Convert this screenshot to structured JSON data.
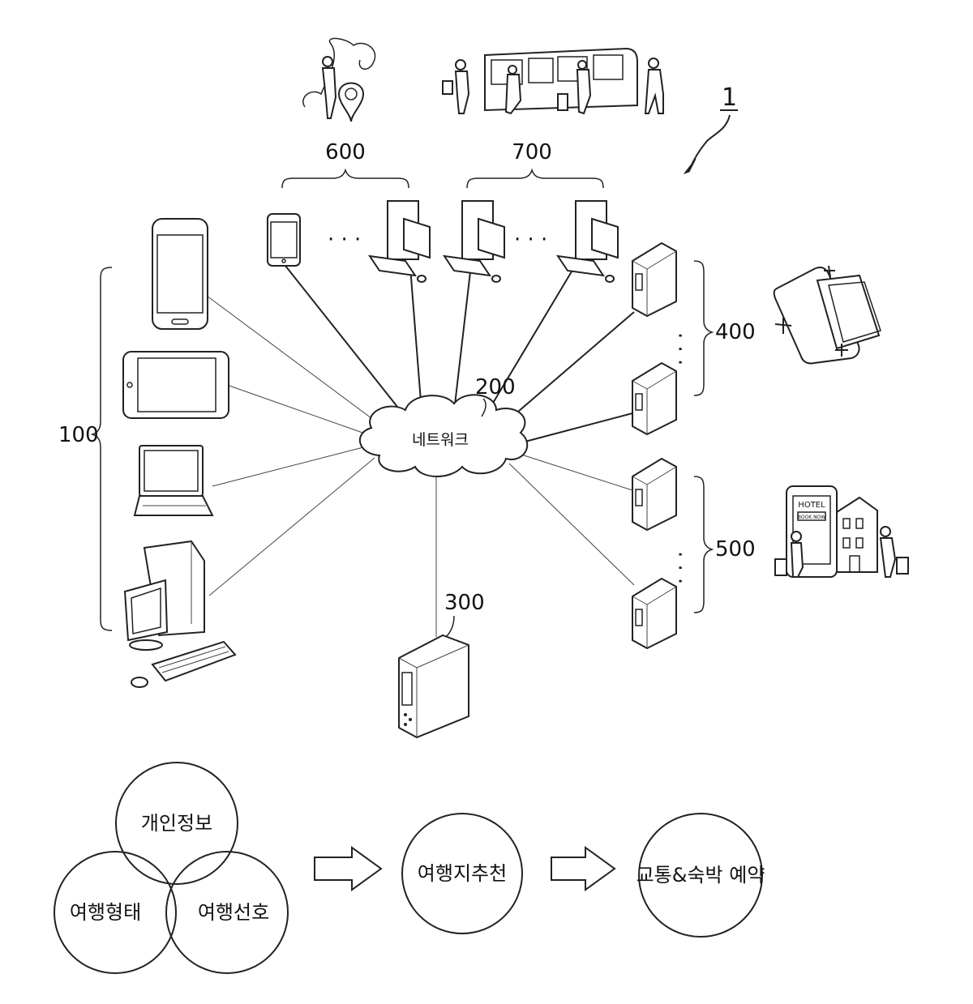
{
  "labels": {
    "system": "1",
    "user_devices": "100",
    "network_ref": "200",
    "network": "네트워크",
    "service_server": "300",
    "transport_servers": "400",
    "lodging_servers": "500",
    "group_600": "600",
    "group_700": "700",
    "dots": "· · ·"
  },
  "flow": {
    "inputs": [
      "개인정보",
      "여행형태",
      "여행선호"
    ],
    "recommend": "여행지추천",
    "reserve": "교통&숙박 예약"
  },
  "icons": {
    "hotel_sign": "HOTEL",
    "book_now": "BOOK NOW"
  }
}
